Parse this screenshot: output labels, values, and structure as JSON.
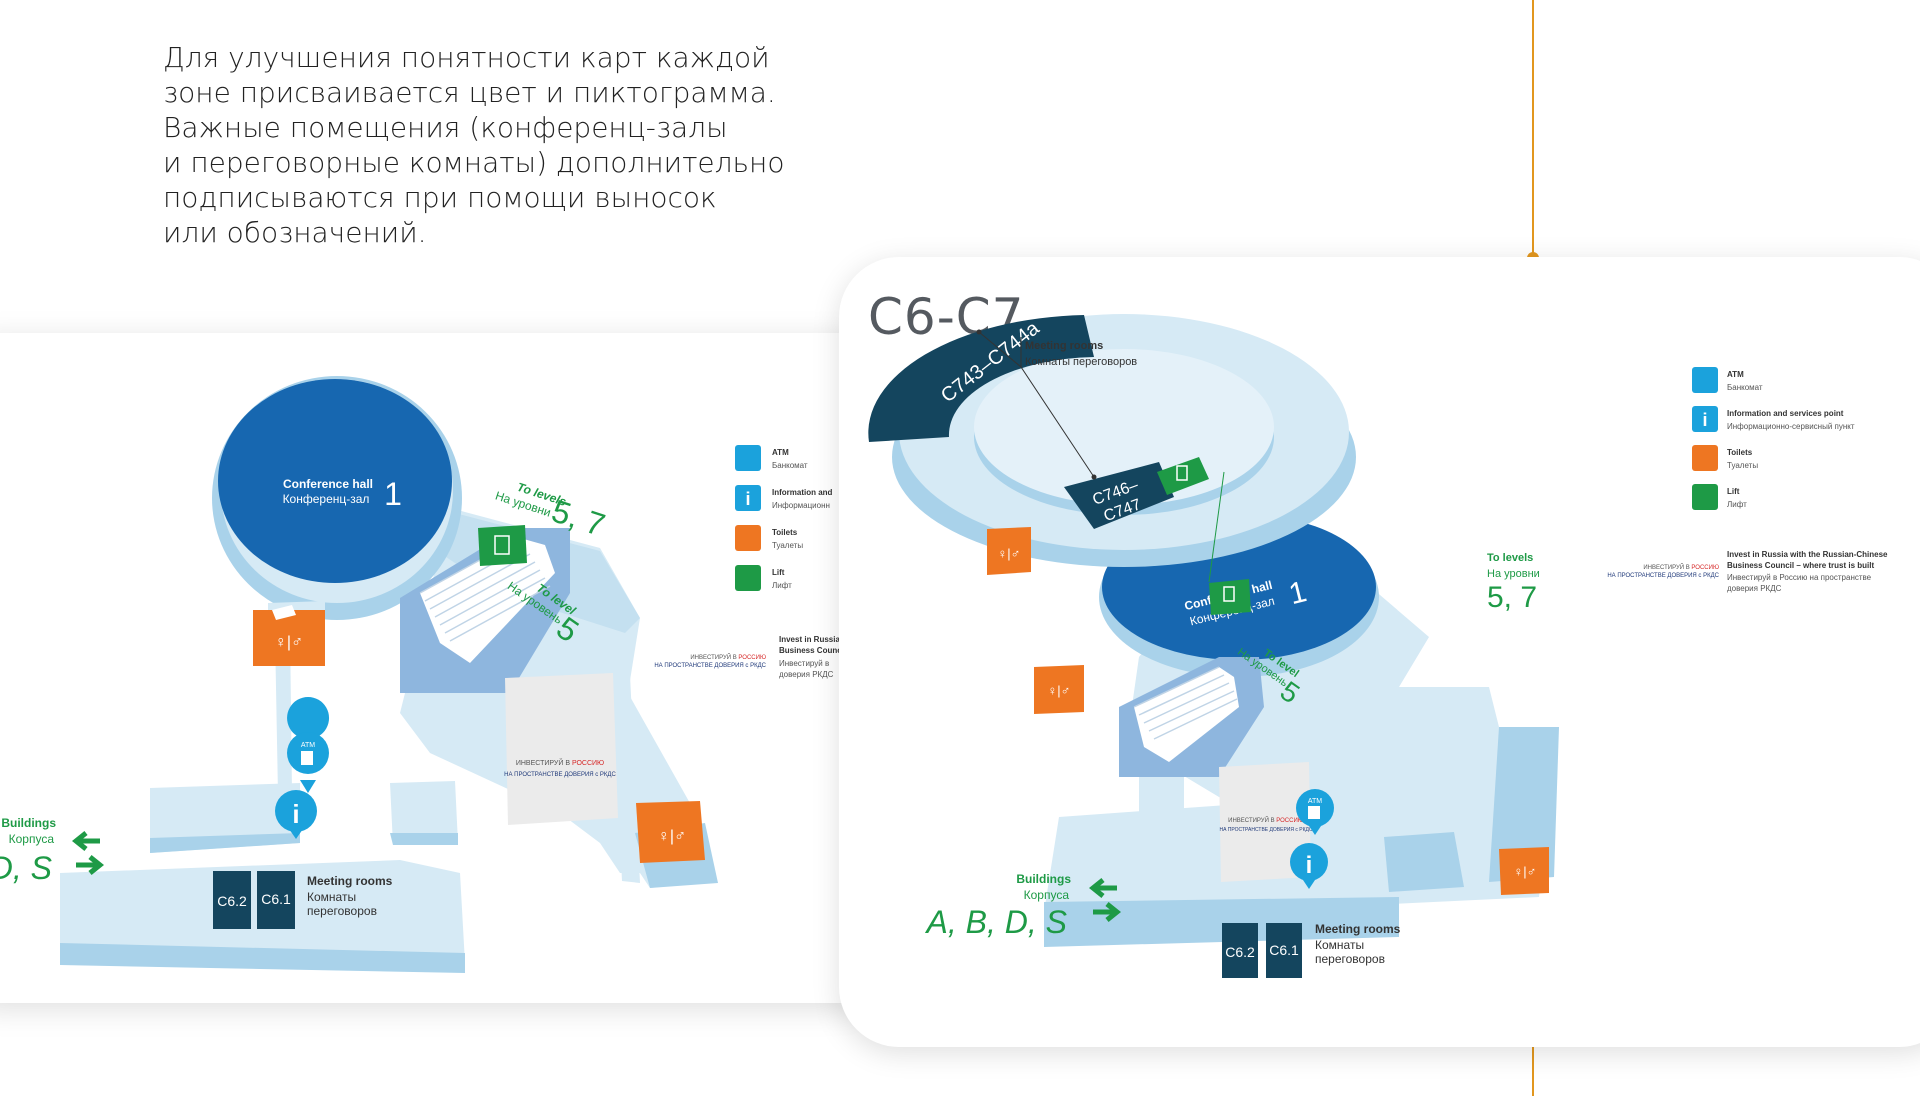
{
  "intro_lines": [
    "Для улучшения понятности карт каждой",
    "зоне присваивается цвет и пиктограмма.",
    "Важные помещения (конференц-залы",
    "и переговорные комнаты) дополнительно",
    "подписываются при помощи выносок",
    "или обозначений."
  ],
  "colors": {
    "accent_line": "#E2971F",
    "floor": "#D6EAF5",
    "wall": "#A9D2EA",
    "hall_blue": "#1767B0",
    "meeting_dark": "#14455E",
    "toilet_orange": "#EE7622",
    "lift_green": "#1E9A46",
    "info_blue": "#1BA2DC",
    "text_green": "#1E9A46"
  },
  "left_map": {
    "conference_hall": {
      "title_en": "Conference hall",
      "title_ru": "Конференц-зал",
      "number": "1"
    },
    "to_levels_57": {
      "en": "To levels",
      "ru": "На уровни",
      "num": "5, 7"
    },
    "to_level_5": {
      "en": "To level",
      "ru": "На уровень",
      "num": "5"
    },
    "buildings": {
      "en": "Buildings",
      "ru": "Корпуса",
      "letters": "D, S"
    },
    "rooms": [
      "C6.2",
      "C6.1"
    ],
    "meeting_rooms": {
      "en": "Meeting rooms",
      "ru1": "Комнаты",
      "ru2": "переговоров"
    },
    "banner": {
      "line1a": "ИНВЕСТИРУЙ В ",
      "line1b": "РОССИЮ",
      "line2": "НА ПРОСТРАНСТВЕ ДОВЕРИЯ с РКДС"
    },
    "atm_label": "ATM",
    "legend": [
      {
        "icon": "atm-icon",
        "en": "ATM",
        "ru": "Банкомат"
      },
      {
        "icon": "info-icon",
        "en": "Information and",
        "ru": "Информационн"
      },
      {
        "icon": "toilet-icon",
        "en": "Toilets",
        "ru": "Туалеты"
      },
      {
        "icon": "lift-icon",
        "en": "Lift",
        "ru": "Лифт"
      }
    ],
    "legend_logo": {
      "line1a": "ИНВЕСТИРУЙ В ",
      "line1b": "РОССИЮ",
      "line2": "НА ПРОСТРАНСТВЕ ДОВЕРИЯ с РКДС"
    },
    "legend_invest": {
      "en1": "Invest in Russia",
      "en2": "Business Counc",
      "ru1": "Инвестируй в",
      "ru2": "доверия РКДС"
    }
  },
  "right_map": {
    "title": "C6-C7",
    "room_ring": "C743–C744a",
    "room_small_1": "C746–",
    "room_small_2": "C747",
    "meeting_top": {
      "en": "Meeting rooms",
      "ru": "Комнаты переговоров"
    },
    "conference_hall": {
      "title_en": "Conference hall",
      "title_ru": "Конференц-зал",
      "number": "1"
    },
    "to_levels_57": {
      "en": "To levels",
      "ru": "На уровни",
      "num": "5, 7"
    },
    "to_level_5": {
      "en": "To level",
      "ru": "На уровень",
      "num": "5"
    },
    "buildings": {
      "en": "Buildings",
      "ru": "Корпуса",
      "letters": "A, B, D, S"
    },
    "rooms": [
      "C6.2",
      "C6.1"
    ],
    "meeting_rooms": {
      "en": "Meeting rooms",
      "ru1": "Комнаты",
      "ru2": "переговоров"
    },
    "banner": {
      "line1a": "ИНВЕСТИРУЙ В ",
      "line1b": "РОССИЮ",
      "line2": "НА ПРОСТРАНСТВЕ ДОВЕРИЯ с РКДС"
    },
    "atm_label": "ATM",
    "legend": [
      {
        "icon": "atm-icon",
        "en": "ATM",
        "ru": "Банкомат"
      },
      {
        "icon": "info-icon",
        "en": "Information and services point",
        "ru": "Информационно-сервисный пункт"
      },
      {
        "icon": "toilet-icon",
        "en": "Toilets",
        "ru": "Туалеты"
      },
      {
        "icon": "lift-icon",
        "en": "Lift",
        "ru": "Лифт"
      }
    ],
    "legend_logo": {
      "line1a": "ИНВЕСТИРУЙ В ",
      "line1b": "РОССИЮ",
      "line2": "НА ПРОСТРАНСТВЕ ДОВЕРИЯ с РКДС"
    },
    "legend_invest": {
      "en1": "Invest in Russia with the Russian-Chinese",
      "en2": "Business Council – where trust is built",
      "ru1": "Инвестируй в Россию на пространстве",
      "ru2": "доверия РКДС"
    }
  }
}
